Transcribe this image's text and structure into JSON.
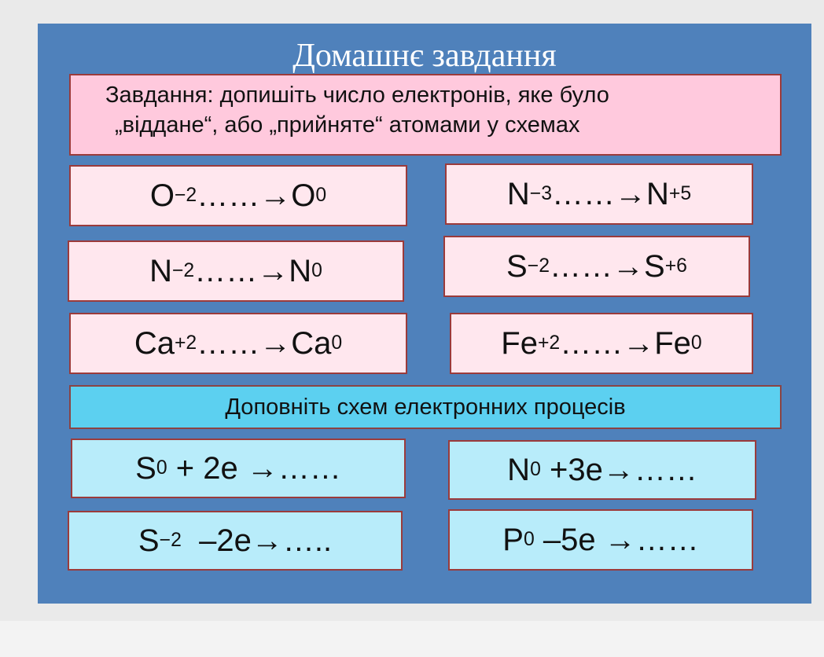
{
  "slide": {
    "title": "Домашнє завдання",
    "task_line1": "Завдання: допишіть число електронів, яке було",
    "task_line2": "„віддане“, або „прийняте“ атомами у схемах",
    "schemes": [
      {
        "from": "O",
        "from_ox": "−2",
        "dots": "……→",
        "to": "O ",
        "to_ox": "0"
      },
      {
        "from": "N",
        "from_ox": "−3",
        "dots": "……→",
        "to": "N",
        "to_ox": "+5"
      },
      {
        "from": "N",
        "from_ox": "−2",
        "dots": " ……→",
        "to": "N",
        "to_ox": "0"
      },
      {
        "from": "S",
        "from_ox": "−2",
        "dots": "……→",
        "to": "S",
        "to_ox": "+6"
      },
      {
        "from": "Ca",
        "from_ox": "+2",
        "dots": "……→",
        "to": "Ca",
        "to_ox": "0"
      },
      {
        "from": "Fe",
        "from_ox": "+2",
        "dots": "……→",
        "to": "Fe",
        "to_ox": "0"
      }
    ],
    "section_heading": "Доповніть схем електронних процесів",
    "processes": [
      {
        "el": "S",
        "ox": "0",
        "rest": " + 2e →……"
      },
      {
        "el": "N",
        "ox": "0",
        "rest": " +3e→……"
      },
      {
        "el": "S",
        "ox": "−2",
        "rest": "  ‒2e→….."
      },
      {
        "el": "P",
        "ox": "0",
        "rest": " ‒5e →……"
      }
    ]
  }
}
